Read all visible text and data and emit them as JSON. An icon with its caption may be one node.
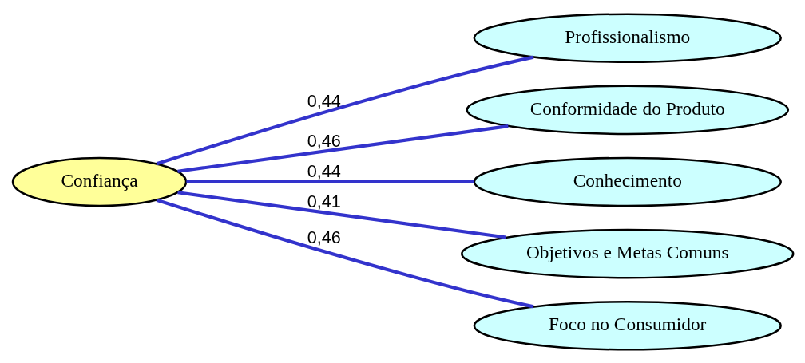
{
  "diagram": {
    "nodes": [
      {
        "text": [
          "Confiança"
        ]
      },
      {
        "text": [
          "Profissionalismo"
        ]
      },
      {
        "text": [
          "Conformidade do Produto"
        ]
      },
      {
        "text": [
          "Conhecimento"
        ]
      },
      {
        "text": [
          "Objetivos e Metas Comuns"
        ]
      },
      {
        "text": [
          "Foco no Consumidor"
        ]
      }
    ],
    "edges": [
      {
        "from": 0,
        "to": 1,
        "arrow": "none",
        "label": "0,44"
      },
      {
        "from": 0,
        "to": 2,
        "arrow": "none",
        "label": "0,46"
      },
      {
        "from": 0,
        "to": 3,
        "arrow": "none",
        "label": "0,44"
      },
      {
        "from": 0,
        "to": 4,
        "arrow": "none",
        "label": "0,41"
      },
      {
        "from": 0,
        "to": 5,
        "arrow": "none",
        "label": "0,46"
      }
    ]
  }
}
